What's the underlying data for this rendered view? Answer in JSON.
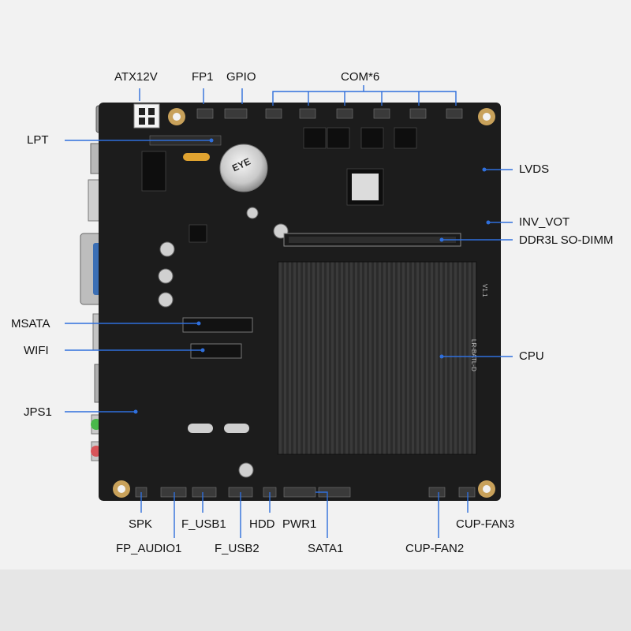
{
  "colors": {
    "background": "#f2f2f2",
    "board": "#1c1c1c",
    "heatsink": "#2a2a2a",
    "leader_line": "#2f6fdc",
    "label_text": "#111111"
  },
  "labels": {
    "atx12v": "ATX12V",
    "fp1": "FP1",
    "gpio": "GPIO",
    "com": "COM*6",
    "lpt": "LPT",
    "lvds": "LVDS",
    "inv_vot": "INV_VOT",
    "ddr3l": "DDR3L SO-DIMM",
    "msata": "MSATA",
    "wifi": "WIFI",
    "cpu": "CPU",
    "jps1": "JPS1",
    "spk": "SPK",
    "f_usb1": "F_USB1",
    "hdd": "HDD",
    "pwr1": "PWR1",
    "cup_fan3": "CUP-FAN3",
    "fp_audio1": "FP_AUDIO1",
    "f_usb2": "F_USB2",
    "sata1": "SATA1",
    "cup_fan2": "CUP-FAN2"
  },
  "board": {
    "coin_battery_text": "EYE",
    "heatsink_model": "LR-BATL-D",
    "heatsink_version": "V1.1"
  }
}
